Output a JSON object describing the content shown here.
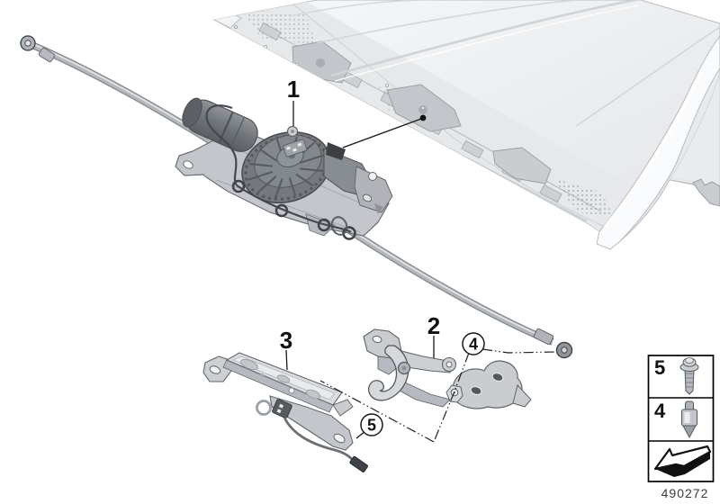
{
  "diagram": {
    "number": "490272",
    "callouts": {
      "c1": {
        "label": "1",
        "type": "plain"
      },
      "c2": {
        "label": "2",
        "type": "plain"
      },
      "c3": {
        "label": "3",
        "type": "plain"
      },
      "c4": {
        "label": "4",
        "type": "circled"
      },
      "c5": {
        "label": "5",
        "type": "circled"
      }
    },
    "legend": {
      "rows": [
        {
          "label": "5",
          "icon": "flange-screw-icon"
        },
        {
          "label": "4",
          "icon": "locating-pin-icon"
        },
        {
          "label": "",
          "icon": "installation-direction-arrow-icon"
        }
      ]
    },
    "colors": {
      "background": "#ffffff",
      "line_dark": "#4a4e52",
      "part_light": "#d2d5d8",
      "part_mid": "#a8adb1",
      "motor_dark": "#6f7478",
      "panel_fill": "#eef0f2",
      "label_black": "#111111"
    }
  }
}
